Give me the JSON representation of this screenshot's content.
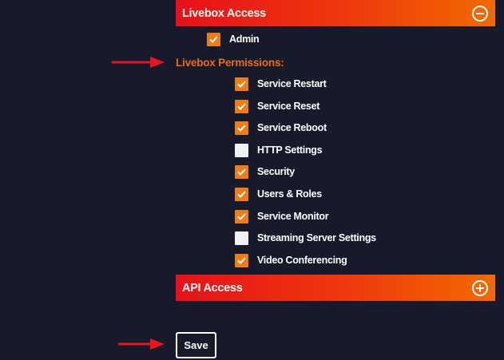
{
  "livebox_access": {
    "title": "Livebox Access",
    "toggle_icon": "minus-circle-icon",
    "admin": {
      "label": "Admin",
      "checked": true
    }
  },
  "permissions": {
    "heading": "Livebox Permissions:",
    "items": [
      {
        "label": "Service Restart",
        "checked": true
      },
      {
        "label": "Service Reset",
        "checked": true
      },
      {
        "label": "Service Reboot",
        "checked": true
      },
      {
        "label": "HTTP Settings",
        "checked": false
      },
      {
        "label": "Security",
        "checked": true
      },
      {
        "label": "Users & Roles",
        "checked": true
      },
      {
        "label": "Service Monitor",
        "checked": true
      },
      {
        "label": "Streaming Server Settings",
        "checked": false
      },
      {
        "label": "Video Conferencing",
        "checked": true
      }
    ]
  },
  "api_access": {
    "title": "API Access",
    "toggle_icon": "plus-circle-icon"
  },
  "save_label": "Save",
  "colors": {
    "background": "#171a2a",
    "header_start": "#e8101a",
    "header_end": "#f26a00",
    "checkbox_checked": "#ee7d14",
    "checkbox_unchecked": "#f1f1f1",
    "heading_text": "#ee6a1a",
    "arrow": "#e8151f"
  }
}
